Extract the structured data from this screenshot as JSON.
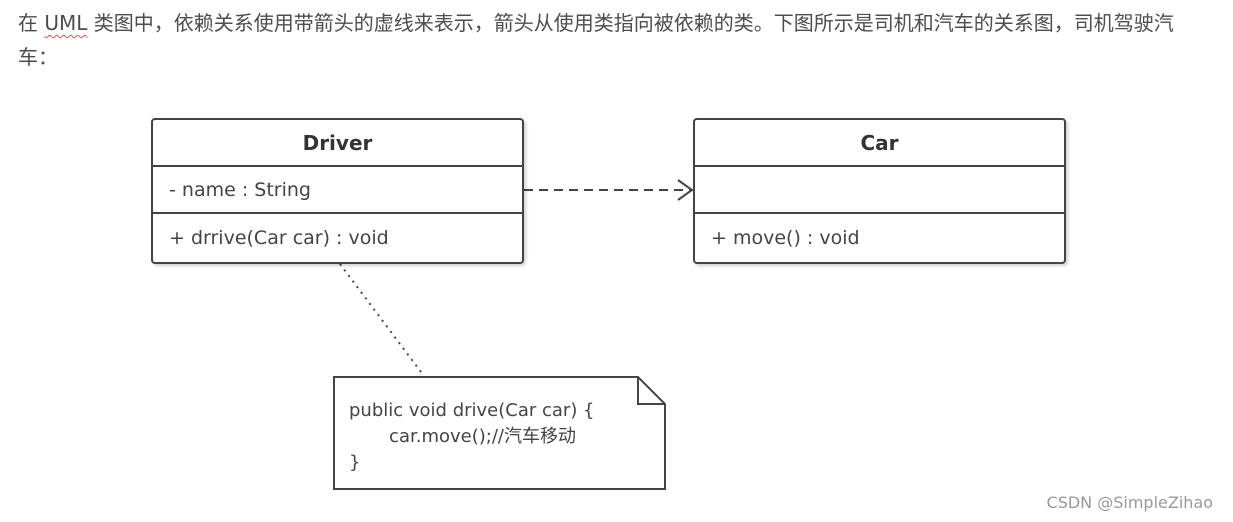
{
  "intro": {
    "pre": "在 ",
    "term": "UML",
    "post": " 类图中，依赖关系使用带箭头的虚线来表示，箭头从使用类指向被依赖的类。下图所示是司机和汽车的关系图，司机驾驶汽车："
  },
  "diagram": {
    "driver": {
      "name": "Driver",
      "attribute": "- name : String",
      "operation": "+ drrive(Car car) : void"
    },
    "car": {
      "name": "Car",
      "attribute": "",
      "operation": "+ move() : void"
    },
    "note": {
      "line1": "public void drive(Car car) {",
      "line2": "       car.move();//汽车移动",
      "line3": "}"
    }
  },
  "watermark": "CSDN @SimpleZihao",
  "colors": {
    "text": "#4d4d4d",
    "border": "#444444",
    "spellcheck_underline": "#d9534f",
    "watermark": "#999999"
  }
}
